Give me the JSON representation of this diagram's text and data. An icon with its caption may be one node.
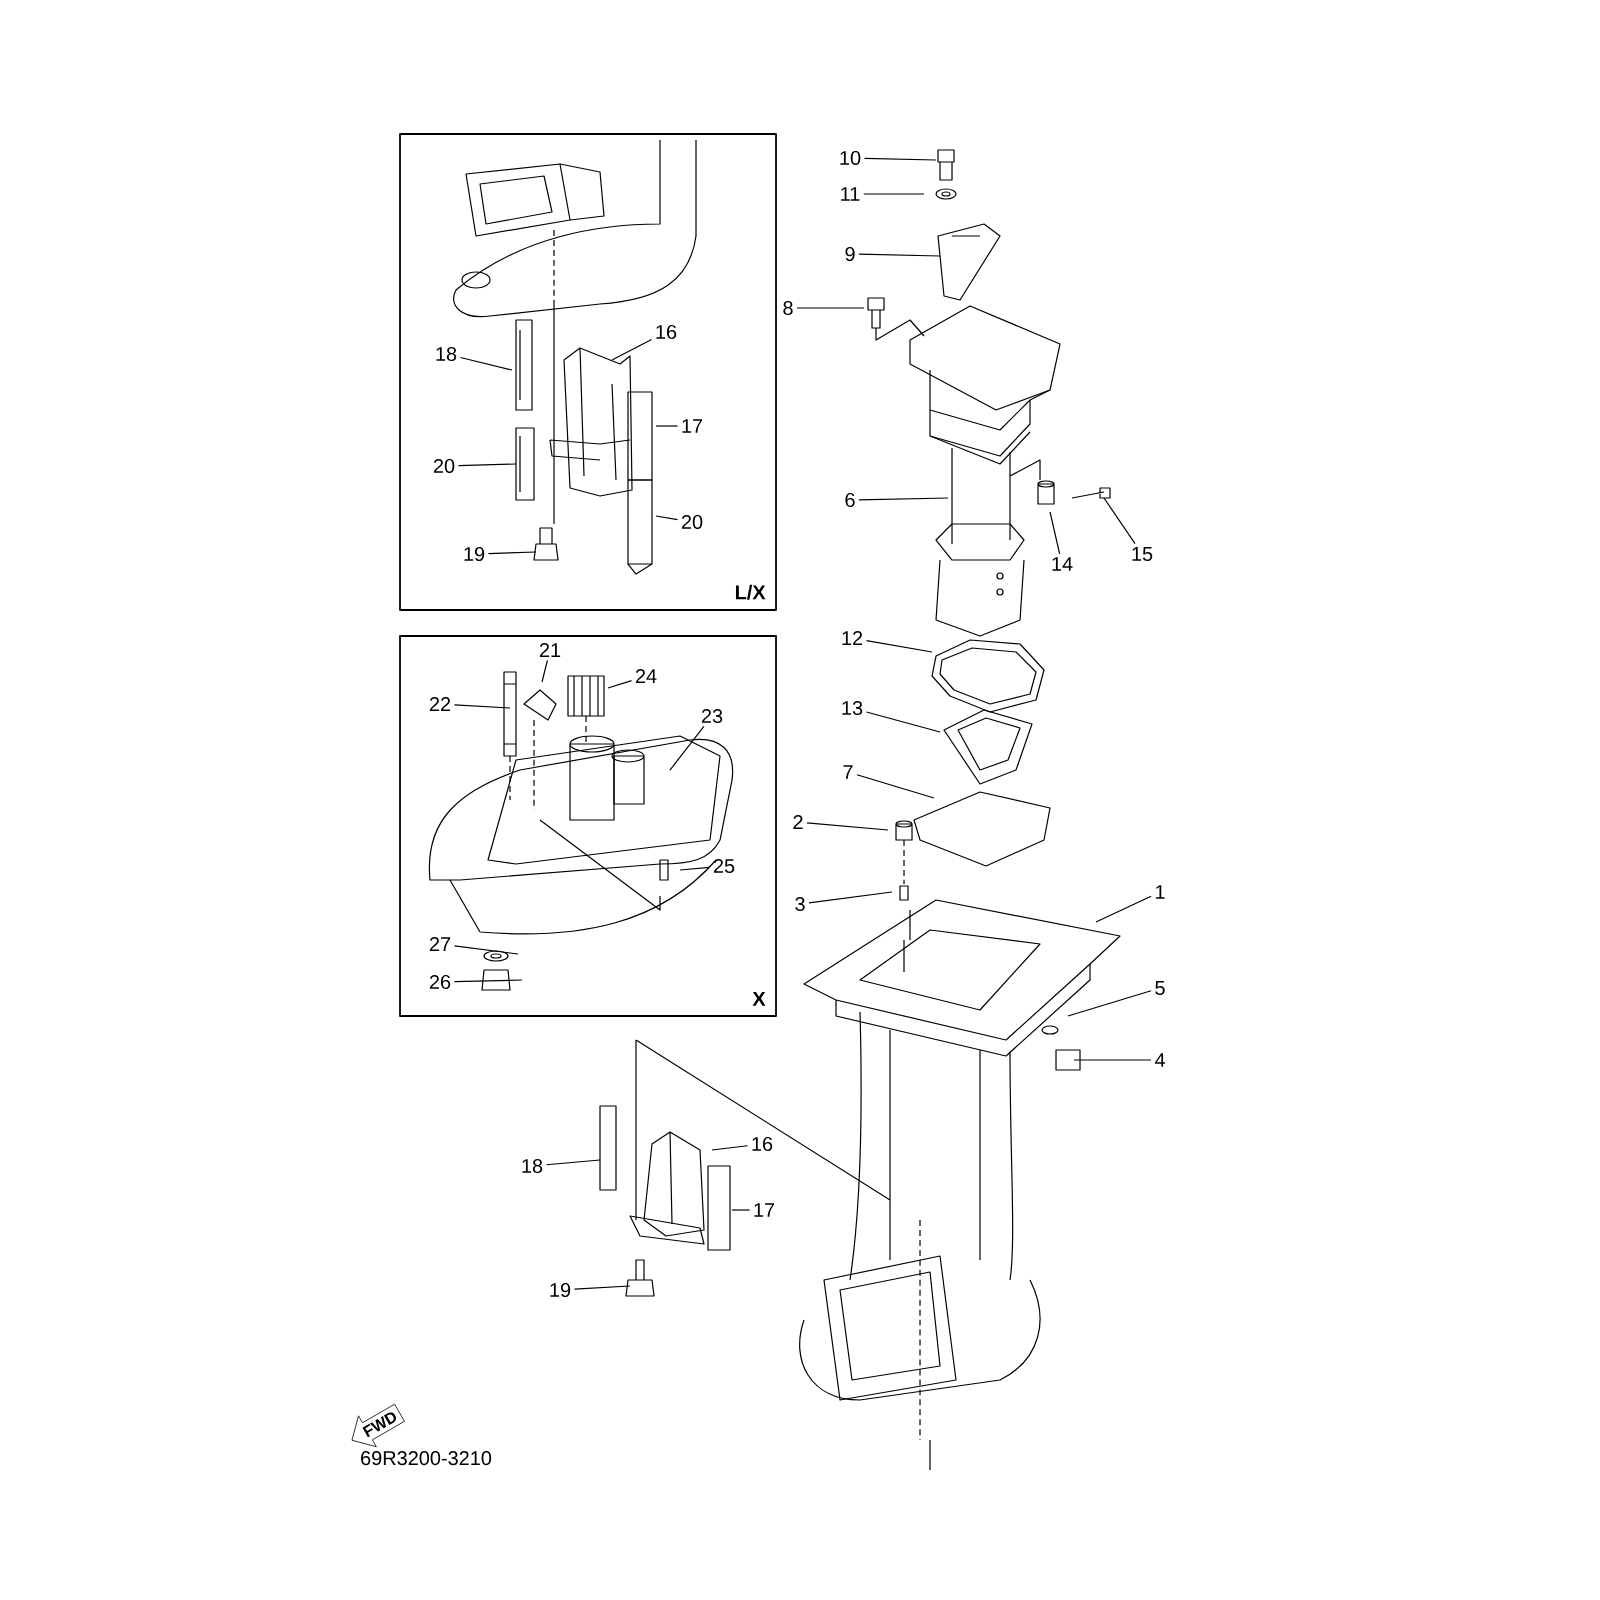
{
  "diagram": {
    "nodes": [
      {
        "text": [
          "L/X"
        ]
      },
      {
        "text": [
          "X"
        ]
      },
      {
        "text": [
          "18"
        ],
        "in": 0
      },
      {
        "text": [
          "16"
        ],
        "in": 0
      },
      {
        "text": [
          "17"
        ],
        "in": 0
      },
      {
        "text": [
          "20"
        ],
        "in": 0
      },
      {
        "text": [
          "20"
        ],
        "in": 0
      },
      {
        "text": [
          "19"
        ],
        "in": 0
      },
      {
        "text": [
          "22"
        ],
        "in": 1
      },
      {
        "text": [
          "21"
        ],
        "in": 1
      },
      {
        "text": [
          "24"
        ],
        "in": 1
      },
      {
        "text": [
          "23"
        ],
        "in": 1
      },
      {
        "text": [
          "25"
        ],
        "in": 1
      },
      {
        "text": [
          "27"
        ],
        "in": 1
      },
      {
        "text": [
          "26"
        ],
        "in": 1
      },
      {
        "text": [
          "10"
        ]
      },
      {
        "text": [
          "11"
        ]
      },
      {
        "text": [
          "9"
        ]
      },
      {
        "text": [
          "8"
        ]
      },
      {
        "text": [
          "6"
        ]
      },
      {
        "text": [
          "14"
        ]
      },
      {
        "text": [
          "15"
        ]
      },
      {
        "text": [
          "12"
        ]
      },
      {
        "text": [
          "13"
        ]
      },
      {
        "text": [
          "7"
        ]
      },
      {
        "text": [
          "2"
        ]
      },
      {
        "text": [
          "3"
        ]
      },
      {
        "text": [
          "1"
        ]
      },
      {
        "text": [
          "5"
        ]
      },
      {
        "text": [
          "4"
        ]
      },
      {
        "text": [
          "18"
        ]
      },
      {
        "text": [
          "16"
        ]
      },
      {
        "text": [
          "17"
        ]
      },
      {
        "text": [
          "19"
        ]
      },
      {
        "text": [
          "FWD"
        ]
      }
    ],
    "edges": [
      {
        "from": 2,
        "to": null,
        "arrow": "none"
      },
      {
        "from": 3,
        "to": null,
        "arrow": "none"
      },
      {
        "from": 4,
        "to": null,
        "arrow": "none"
      },
      {
        "from": 5,
        "to": null,
        "arrow": "none"
      },
      {
        "from": 6,
        "to": null,
        "arrow": "none"
      },
      {
        "from": 7,
        "to": null,
        "arrow": "none"
      },
      {
        "from": 8,
        "to": null,
        "arrow": "none"
      },
      {
        "from": 9,
        "to": null,
        "arrow": "none"
      },
      {
        "from": 10,
        "to": null,
        "arrow": "none"
      },
      {
        "from": 11,
        "to": null,
        "arrow": "none"
      },
      {
        "from": 12,
        "to": null,
        "arrow": "none"
      },
      {
        "from": 13,
        "to": null,
        "arrow": "none"
      },
      {
        "from": 14,
        "to": null,
        "arrow": "none"
      },
      {
        "from": 15,
        "to": null,
        "arrow": "none"
      },
      {
        "from": 16,
        "to": null,
        "arrow": "none"
      },
      {
        "from": 17,
        "to": null,
        "arrow": "none"
      },
      {
        "from": 18,
        "to": null,
        "arrow": "none"
      },
      {
        "from": 19,
        "to": null,
        "arrow": "none"
      },
      {
        "from": 20,
        "to": null,
        "arrow": "none"
      },
      {
        "from": 21,
        "to": null,
        "arrow": "none"
      },
      {
        "from": 22,
        "to": null,
        "arrow": "none"
      },
      {
        "from": 23,
        "to": null,
        "arrow": "none"
      },
      {
        "from": 24,
        "to": null,
        "arrow": "none"
      },
      {
        "from": 25,
        "to": null,
        "arrow": "none"
      },
      {
        "from": 26,
        "to": null,
        "arrow": "none"
      },
      {
        "from": 27,
        "to": null,
        "arrow": "none"
      },
      {
        "from": 28,
        "to": null,
        "arrow": "none"
      },
      {
        "from": 29,
        "to": null,
        "arrow": "none"
      },
      {
        "from": 30,
        "to": null,
        "arrow": "none"
      },
      {
        "from": 31,
        "to": null,
        "arrow": "none"
      },
      {
        "from": 32,
        "to": null,
        "arrow": "none"
      },
      {
        "from": 33,
        "to": null,
        "arrow": "none"
      }
    ],
    "labels": [
      "69R3200-3210"
    ]
  }
}
